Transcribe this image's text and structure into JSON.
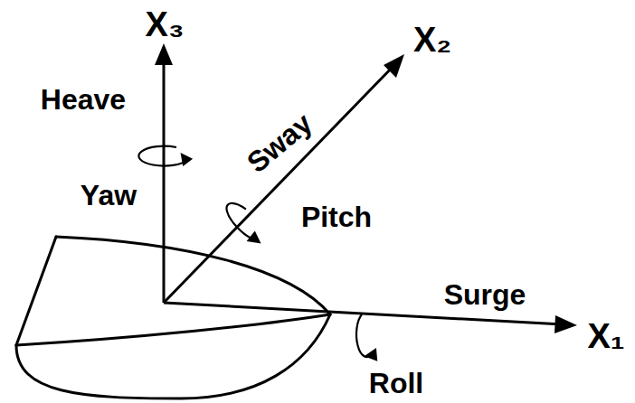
{
  "diagram": {
    "labels": [
      "X₃",
      "X₂",
      "X₁",
      "Heave",
      "Sway",
      "Surge",
      "Yaw",
      "Pitch",
      "Roll"
    ]
  }
}
